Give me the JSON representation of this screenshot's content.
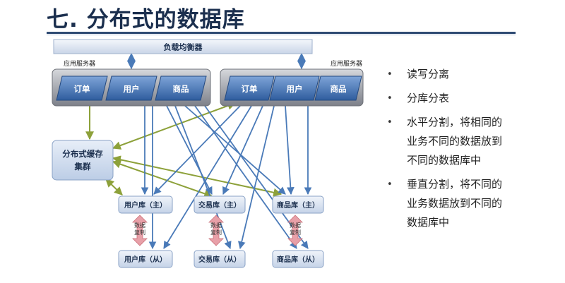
{
  "slide": {
    "title": "七. 分布式的数据库"
  },
  "diagram": {
    "load_balancer": "负载均衡器",
    "app_server_label_left": "应用服务器",
    "app_server_label_right": "应用服务器",
    "modules_left": [
      "订单",
      "用户",
      "商品"
    ],
    "modules_right": [
      "订单",
      "用户",
      "商品"
    ],
    "cache_cluster_line1": "分布式缓存",
    "cache_cluster_line2": "集群",
    "db_masters": [
      "用户库（主）",
      "交易库（主）",
      "商品库（主）"
    ],
    "db_slaves": [
      "用户库（从）",
      "交易库（从）",
      "商品库（从）"
    ],
    "replication_label": [
      "数据",
      "复制"
    ]
  },
  "bullets": [
    [
      "读写分离"
    ],
    [
      "分库分表"
    ],
    [
      "水平分割，将相同的",
      "业务不同的数据放到",
      "不同的数据库中"
    ],
    [
      "垂直分割，将不同的",
      "业务数据放到不同的",
      "数据库中"
    ]
  ],
  "colors": {
    "title": "#1b2f4e",
    "arrow_blue": "#4a7ab8",
    "arrow_green": "#8da13a",
    "replication": "#e8a0a8"
  }
}
